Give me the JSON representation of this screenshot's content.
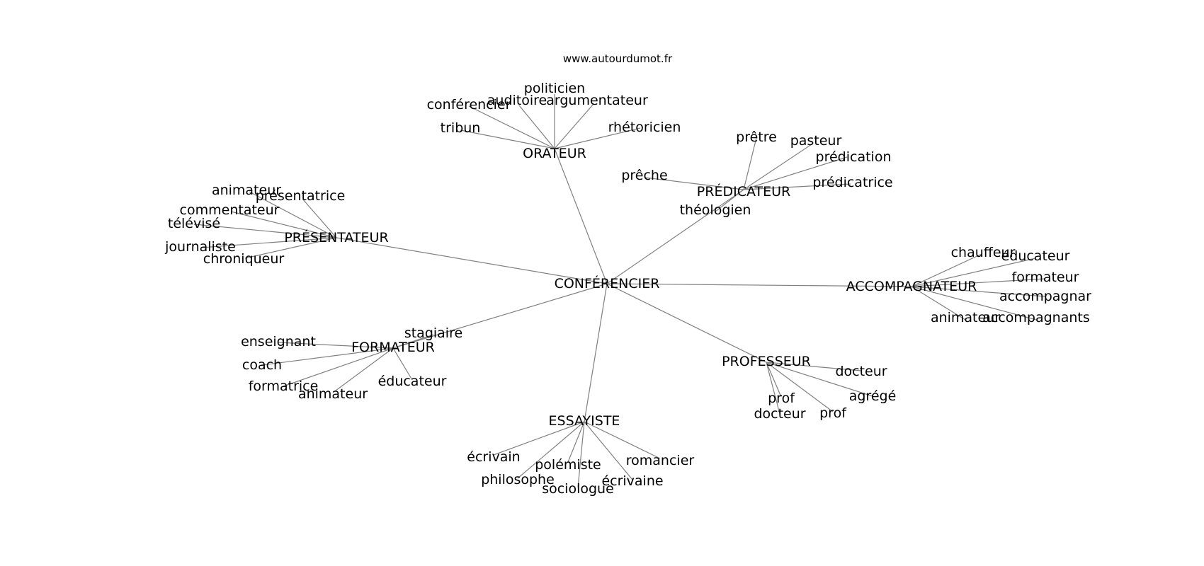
{
  "credit": "www.autourdumot.fr",
  "colors": {
    "edge": "#808080",
    "text": "#000000",
    "background": "#ffffff"
  },
  "graph": {
    "center": "CONFÉRENCIER",
    "hubs": [
      {
        "label": "ORATEUR",
        "leaves": [
          "politicien",
          "conférencier",
          "auditoire",
          "argumentateur",
          "tribun",
          "rhétoricien"
        ]
      },
      {
        "label": "PRÉDICATEUR",
        "leaves": [
          "prêtre",
          "pasteur",
          "prédication",
          "prêche",
          "prédicatrice",
          "théologien"
        ]
      },
      {
        "label": "PRÉSENTATEUR",
        "leaves": [
          "animateur",
          "présentatrice",
          "commentateur",
          "télévisé",
          "journaliste",
          "chroniqueur"
        ]
      },
      {
        "label": "ACCOMPAGNATEUR",
        "leaves": [
          "chauffeur",
          "éducateur",
          "formateur",
          "accompagnar",
          "animateur",
          "accompagnants"
        ]
      },
      {
        "label": "FORMATEUR",
        "leaves": [
          "stagiaire",
          "enseignant",
          "coach",
          "formatrice",
          "animateur",
          "éducateur"
        ]
      },
      {
        "label": "PROFESSEUR",
        "leaves": [
          "docteur",
          "agrégé",
          "prof",
          "docteur",
          "prof"
        ]
      },
      {
        "label": "ESSAYISTE",
        "leaves": [
          "écrivain",
          "polémiste",
          "romancier",
          "philosophe",
          "écrivaine",
          "sociologue"
        ]
      }
    ]
  }
}
